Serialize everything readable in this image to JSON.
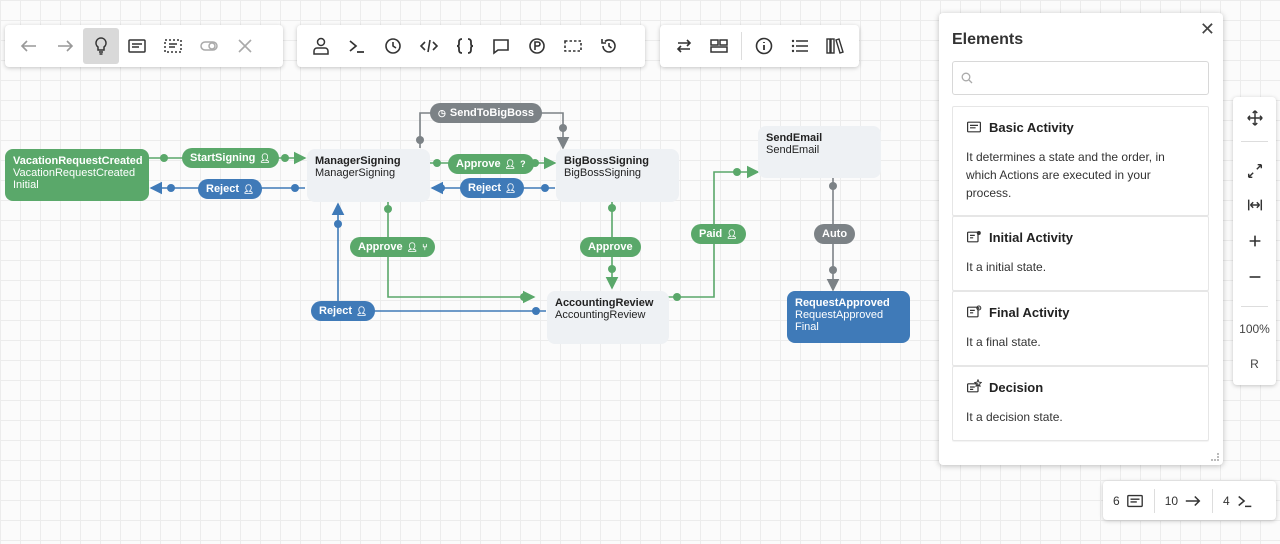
{
  "toolbar_history": [
    {
      "name": "undo-icon"
    },
    {
      "name": "redo-icon"
    },
    {
      "name": "lightbulb-icon",
      "active": true
    },
    {
      "name": "note-icon"
    },
    {
      "name": "dashed-box-icon"
    },
    {
      "name": "toggle-icon"
    },
    {
      "name": "close-icon"
    }
  ],
  "toolbar_items": [
    {
      "name": "person-icon"
    },
    {
      "name": "terminal-icon"
    },
    {
      "name": "clock-icon"
    },
    {
      "name": "code-icon"
    },
    {
      "name": "braces-icon"
    },
    {
      "name": "comment-icon"
    },
    {
      "name": "parameter-icon"
    },
    {
      "name": "dashed-rect-icon"
    },
    {
      "name": "history-icon"
    }
  ],
  "toolbar_view": [
    {
      "name": "swap-icon"
    },
    {
      "name": "layout-icon"
    },
    {
      "name": "info-icon"
    },
    {
      "name": "list-icon"
    },
    {
      "name": "library-icon"
    }
  ],
  "nodes": {
    "vacation": {
      "title": "VacationRequestCreated",
      "sub": "VacationRequestCreated",
      "tag": "Initial"
    },
    "manager": {
      "title": "ManagerSigning",
      "sub": "ManagerSigning"
    },
    "bigboss": {
      "title": "BigBossSigning",
      "sub": "BigBossSigning"
    },
    "sendemail": {
      "title": "SendEmail",
      "sub": "SendEmail"
    },
    "accounting": {
      "title": "AccountingReview",
      "sub": "AccountingReview"
    },
    "approved": {
      "title": "RequestApproved",
      "sub": "RequestApproved",
      "tag": "Final"
    }
  },
  "transitions": {
    "start_signing": "StartSigning",
    "reject_1": "Reject",
    "send_to_bigboss": "SendToBigBoss",
    "approve_mgr": "Approve",
    "reject_2": "Reject",
    "approve_acct": "Approve",
    "approve_boss": "Approve",
    "reject_3": "Reject",
    "paid": "Paid",
    "auto": "Auto"
  },
  "panel": {
    "title": "Elements",
    "search_placeholder": "",
    "items": [
      {
        "icon": "basic-activity-icon",
        "label": "Basic Activity",
        "desc": "It determines a state and the order, in which Actions are executed in your process."
      },
      {
        "icon": "initial-activity-icon",
        "label": "Initial Activity",
        "desc": "It a initial state."
      },
      {
        "icon": "final-activity-icon",
        "label": "Final Activity",
        "desc": "It a final state."
      },
      {
        "icon": "decision-icon",
        "label": "Decision",
        "desc": "It a decision state."
      }
    ]
  },
  "zoom": {
    "level": "100%",
    "reset": "R"
  },
  "status": {
    "activities": "6",
    "transitions": "10",
    "commands": "4"
  },
  "colors": {
    "green": "#5aa86a",
    "blue": "#3f7ab8",
    "grey": "#7c8286",
    "node_grey": "#eef1f4"
  }
}
